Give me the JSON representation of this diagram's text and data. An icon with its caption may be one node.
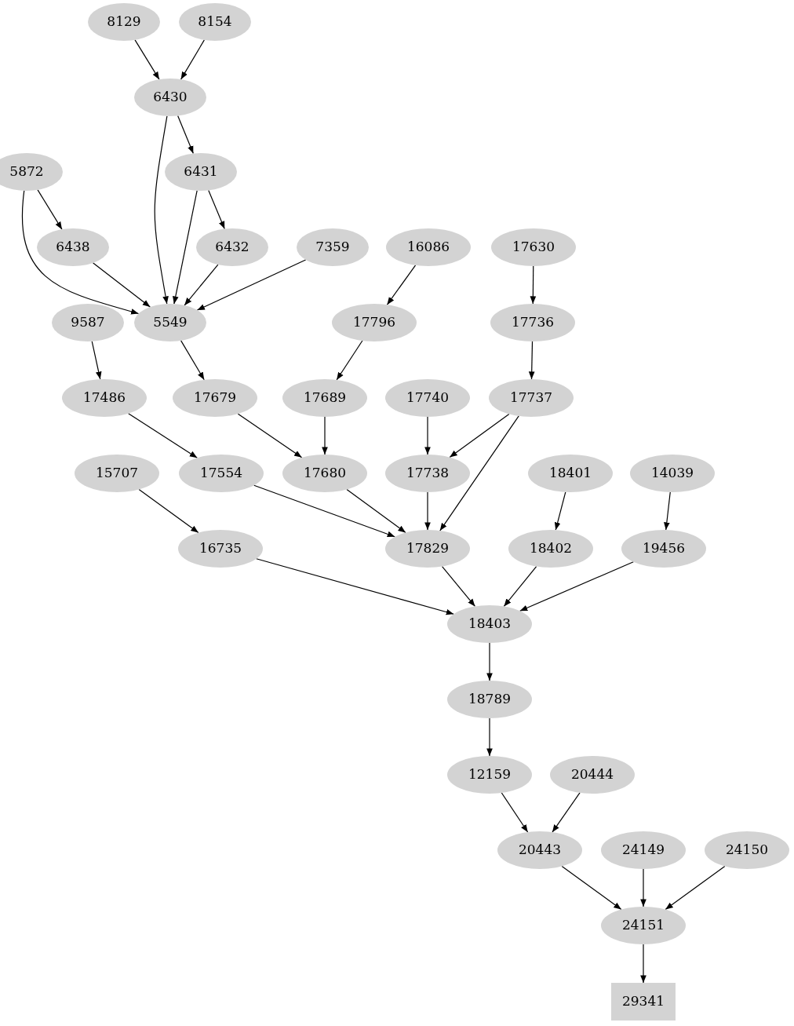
{
  "diagram": {
    "nodes": [
      {
        "text": [
          "8129"
        ]
      },
      {
        "text": [
          "8154"
        ]
      },
      {
        "text": [
          "6430"
        ]
      },
      {
        "text": [
          "5872"
        ]
      },
      {
        "text": [
          "6431"
        ]
      },
      {
        "text": [
          "6438"
        ]
      },
      {
        "text": [
          "6432"
        ]
      },
      {
        "text": [
          "7359"
        ]
      },
      {
        "text": [
          "16086"
        ]
      },
      {
        "text": [
          "17630"
        ]
      },
      {
        "text": [
          "9587"
        ]
      },
      {
        "text": [
          "5549"
        ]
      },
      {
        "text": [
          "17796"
        ]
      },
      {
        "text": [
          "17736"
        ]
      },
      {
        "text": [
          "17486"
        ]
      },
      {
        "text": [
          "17679"
        ]
      },
      {
        "text": [
          "17689"
        ]
      },
      {
        "text": [
          "17740"
        ]
      },
      {
        "text": [
          "17737"
        ]
      },
      {
        "text": [
          "15707"
        ]
      },
      {
        "text": [
          "17554"
        ]
      },
      {
        "text": [
          "17680"
        ]
      },
      {
        "text": [
          "17738"
        ]
      },
      {
        "text": [
          "18401"
        ]
      },
      {
        "text": [
          "14039"
        ]
      },
      {
        "text": [
          "16735"
        ]
      },
      {
        "text": [
          "17829"
        ]
      },
      {
        "text": [
          "18402"
        ]
      },
      {
        "text": [
          "19456"
        ]
      },
      {
        "text": [
          "18403"
        ]
      },
      {
        "text": [
          "18789"
        ]
      },
      {
        "text": [
          "12159"
        ]
      },
      {
        "text": [
          "20444"
        ]
      },
      {
        "text": [
          "20443"
        ]
      },
      {
        "text": [
          "24149"
        ]
      },
      {
        "text": [
          "24150"
        ]
      },
      {
        "text": [
          "24151"
        ]
      },
      {
        "text": [
          "29341"
        ]
      }
    ],
    "edges": [
      {
        "from": 0,
        "to": 2,
        "arrow": "to"
      },
      {
        "from": 1,
        "to": 2,
        "arrow": "to"
      },
      {
        "from": 2,
        "to": 4,
        "arrow": "to"
      },
      {
        "from": 2,
        "to": 11,
        "arrow": "to"
      },
      {
        "from": 3,
        "to": 5,
        "arrow": "to"
      },
      {
        "from": 3,
        "to": 11,
        "arrow": "to"
      },
      {
        "from": 4,
        "to": 11,
        "arrow": "to"
      },
      {
        "from": 4,
        "to": 6,
        "arrow": "to"
      },
      {
        "from": 5,
        "to": 11,
        "arrow": "to"
      },
      {
        "from": 6,
        "to": 11,
        "arrow": "to"
      },
      {
        "from": 7,
        "to": 11,
        "arrow": "to"
      },
      {
        "from": 8,
        "to": 12,
        "arrow": "to"
      },
      {
        "from": 9,
        "to": 13,
        "arrow": "to"
      },
      {
        "from": 10,
        "to": 14,
        "arrow": "to"
      },
      {
        "from": 11,
        "to": 15,
        "arrow": "to"
      },
      {
        "from": 12,
        "to": 16,
        "arrow": "to"
      },
      {
        "from": 13,
        "to": 18,
        "arrow": "to"
      },
      {
        "from": 14,
        "to": 20,
        "arrow": "to"
      },
      {
        "from": 15,
        "to": 21,
        "arrow": "to"
      },
      {
        "from": 16,
        "to": 21,
        "arrow": "to"
      },
      {
        "from": 17,
        "to": 22,
        "arrow": "to"
      },
      {
        "from": 18,
        "to": 22,
        "arrow": "to"
      },
      {
        "from": 18,
        "to": 26,
        "arrow": "to"
      },
      {
        "from": 19,
        "to": 25,
        "arrow": "to"
      },
      {
        "from": 20,
        "to": 26,
        "arrow": "to"
      },
      {
        "from": 21,
        "to": 26,
        "arrow": "to"
      },
      {
        "from": 22,
        "to": 26,
        "arrow": "to"
      },
      {
        "from": 23,
        "to": 27,
        "arrow": "to"
      },
      {
        "from": 24,
        "to": 28,
        "arrow": "to"
      },
      {
        "from": 25,
        "to": 29,
        "arrow": "to"
      },
      {
        "from": 26,
        "to": 29,
        "arrow": "to"
      },
      {
        "from": 27,
        "to": 29,
        "arrow": "to"
      },
      {
        "from": 28,
        "to": 29,
        "arrow": "to"
      },
      {
        "from": 29,
        "to": 30,
        "arrow": "to"
      },
      {
        "from": 30,
        "to": 31,
        "arrow": "to"
      },
      {
        "from": 31,
        "to": 33,
        "arrow": "to"
      },
      {
        "from": 32,
        "to": 33,
        "arrow": "to"
      },
      {
        "from": 33,
        "to": 36,
        "arrow": "to"
      },
      {
        "from": 34,
        "to": 36,
        "arrow": "to"
      },
      {
        "from": 35,
        "to": 36,
        "arrow": "to"
      },
      {
        "from": 36,
        "to": 37,
        "arrow": "to"
      }
    ]
  }
}
